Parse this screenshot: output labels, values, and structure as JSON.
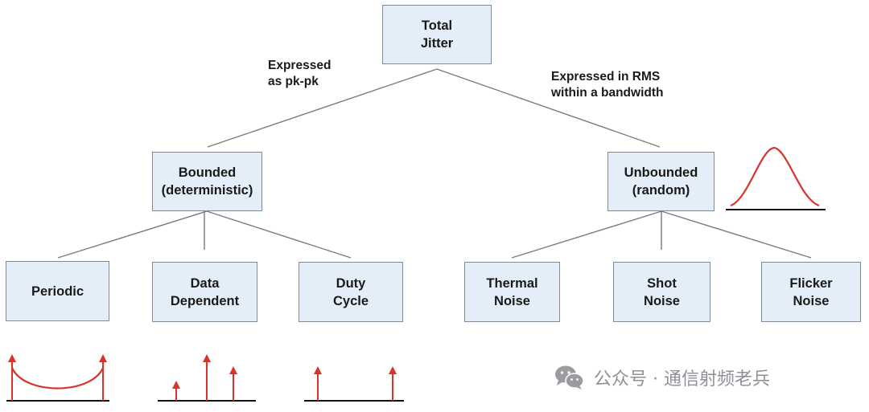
{
  "nodes": {
    "total": "Total\nJitter",
    "bounded": "Bounded\n(deterministic)",
    "unbounded": "Unbounded\n(random)",
    "periodic": "Periodic",
    "data_dependent": "Data\nDependent",
    "duty_cycle": "Duty\nCycle",
    "thermal": "Thermal\nNoise",
    "shot": "Shot\nNoise",
    "flicker": "Flicker\nNoise"
  },
  "edge_labels": {
    "left": "Expressed\nas pk-pk",
    "right": "Expressed in RMS\nwithin a bandwidth"
  },
  "colors": {
    "box_fill": "#e4eef8",
    "box_border": "#7f8c98",
    "connector": "#7a7a7a",
    "waveform": "#d8342c",
    "baseline": "#111111",
    "watermark": "#8e9096"
  },
  "watermark": {
    "icon": "wechat-icon",
    "text": "公众号 · 通信射频老兵"
  }
}
